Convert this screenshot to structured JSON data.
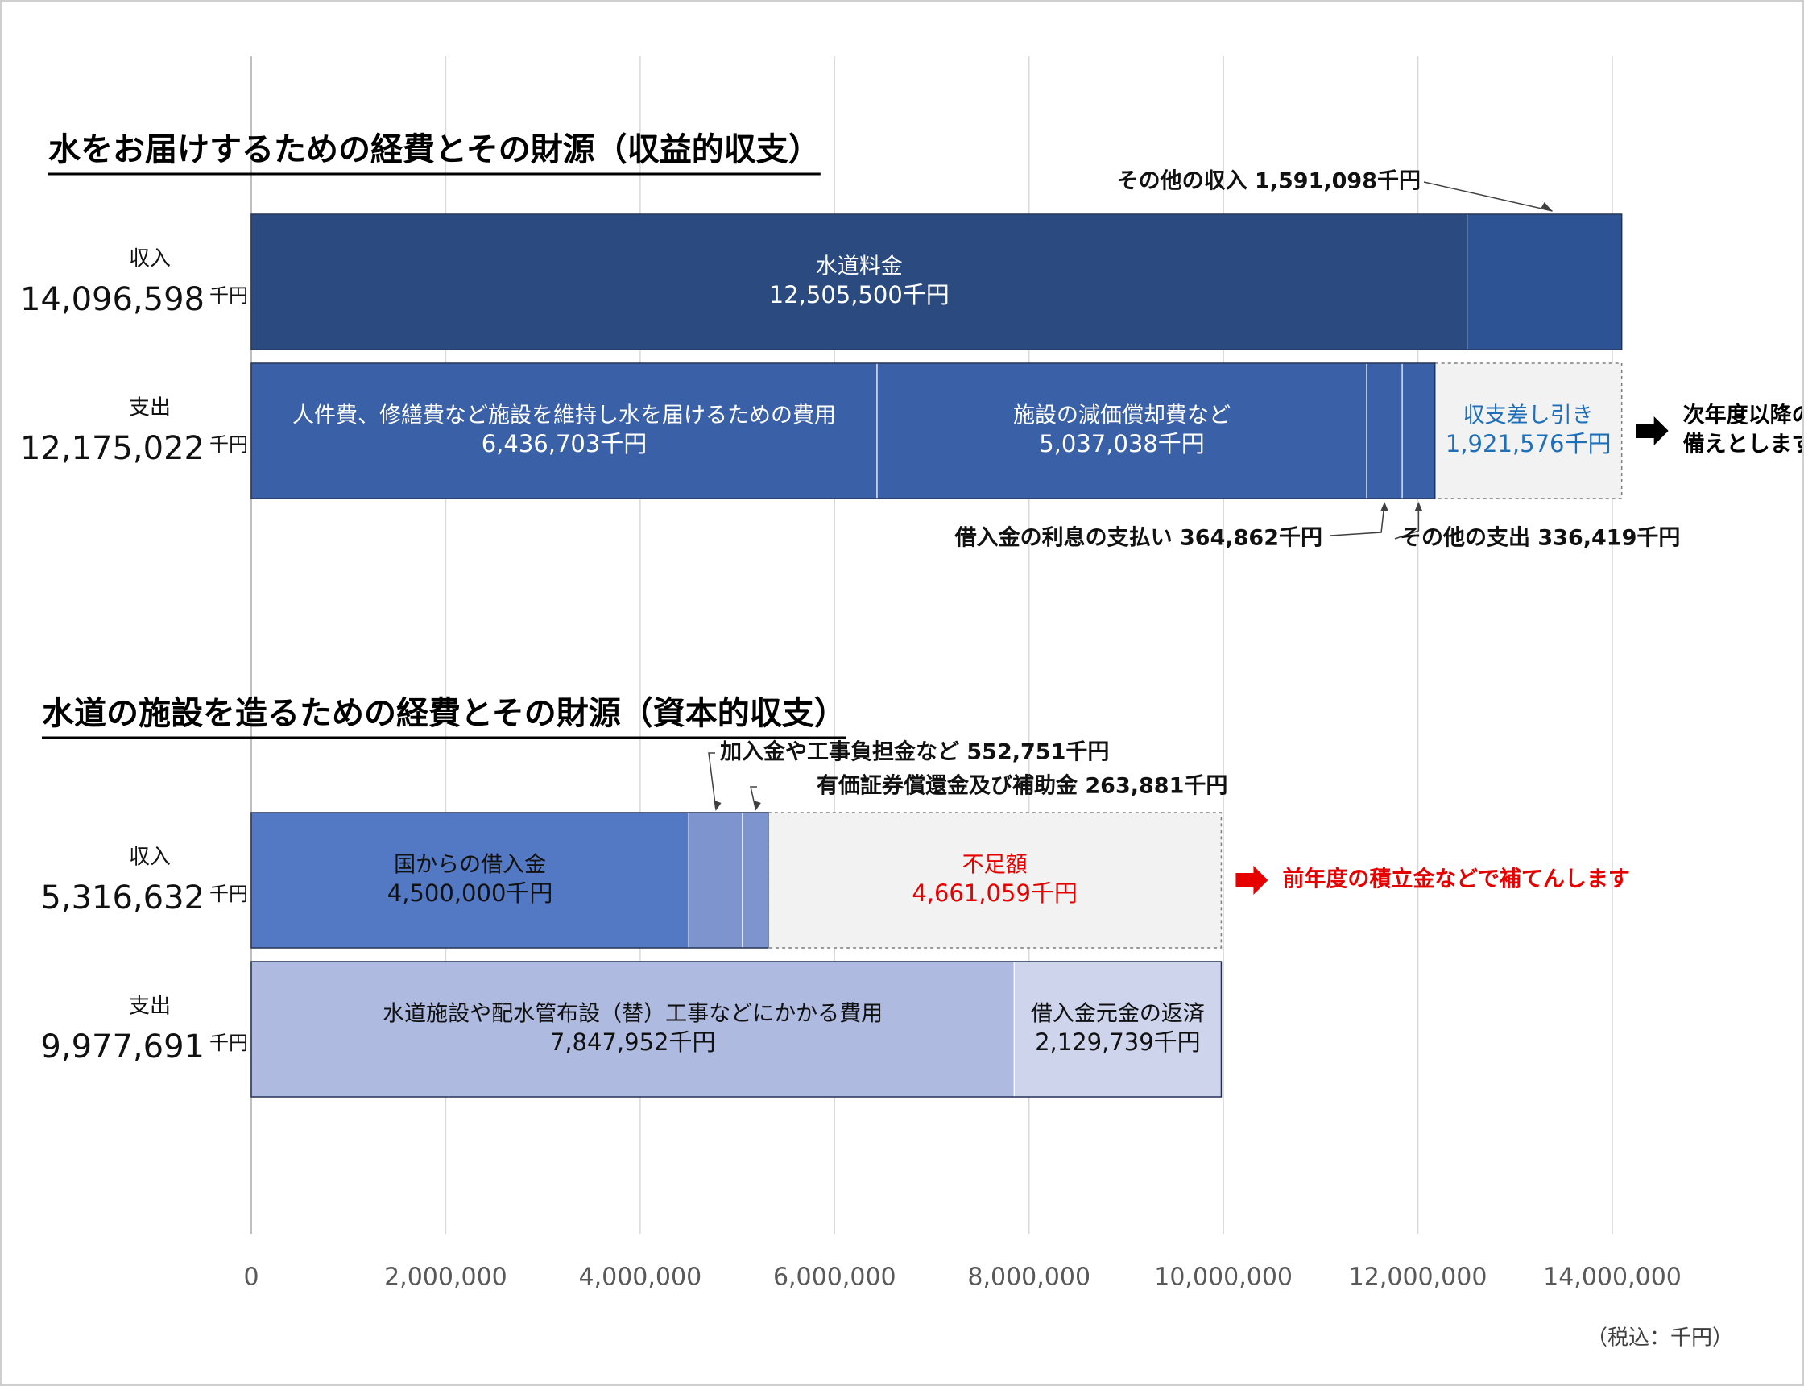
{
  "colors": {
    "dark_navy": "#2A4A80",
    "mid_navy": "#2E5394",
    "blue": "#3A60A8",
    "light_blue": "#5479C4",
    "periwinkle": "#7D94CE",
    "pale_blue": "#AEBAE0",
    "paler_blue": "#CDD4EC",
    "grey_fill": "#F2F2F2",
    "accent_blue_text": "#1E6FB8",
    "red_text": "#E60000",
    "grid": "#D9D9D9"
  },
  "chart_data": {
    "type": "bar",
    "orientation": "horizontal-stacked",
    "xlim": [
      0,
      14000000
    ],
    "x_ticks": [
      "0",
      "2,000,000",
      "4,000,000",
      "6,000,000",
      "8,000,000",
      "10,000,000",
      "12,000,000",
      "14,000,000"
    ],
    "x_tick_values": [
      0,
      2000000,
      4000000,
      6000000,
      8000000,
      10000000,
      12000000,
      14000000
    ],
    "unit_note": "（税込：千円）",
    "sections": [
      {
        "title": "水をお届けするための経費とその財源（収益的収支）",
        "rows": [
          {
            "label": "収入",
            "total_text": "14,096,598",
            "unit": "千円",
            "segments": [
              {
                "value": 12505500,
                "color": "#2A4A80",
                "inner_lines": [
                  "水道料金",
                  "12,505,500千円"
                ],
                "text_color": "#ffffff"
              },
              {
                "value": 1591098,
                "color": "#2E5394",
                "callout": "その他の収入  1,591,098千円"
              }
            ]
          },
          {
            "label": "支出",
            "total_text": "12,175,022",
            "unit": "千円",
            "segments": [
              {
                "value": 6436703,
                "color": "#3A60A8",
                "inner_lines": [
                  "人件費、修繕費など施設を維持し水を届けるための費用",
                  "6,436,703千円"
                ],
                "text_color": "#ffffff"
              },
              {
                "value": 5037038,
                "color": "#3A60A8",
                "inner_lines": [
                  "施設の減価償却費など",
                  "5,037,038千円"
                ],
                "text_color": "#ffffff"
              },
              {
                "value": 364862,
                "color": "#3A60A8",
                "callout": "借入金の利息の支払い  364,862千円"
              },
              {
                "value": 336419,
                "color": "#3A60A8",
                "callout": "その他の支出  336,419千円"
              },
              {
                "value": 1921576,
                "color": "#F2F2F2",
                "dashed": true,
                "inner_lines": [
                  "収支差し引き",
                  "1,921,576千円"
                ],
                "text_color": "#1E6FB8"
              }
            ],
            "arrow_note": [
              "次年度以降の",
              "備えとします"
            ],
            "arrow_color": "#000000",
            "note_color": "#000000"
          }
        ]
      },
      {
        "title": "水道の施設を造るための経費とその財源（資本的収支）",
        "rows": [
          {
            "label": "収入",
            "total_text": "5,316,632",
            "unit": "千円",
            "segments": [
              {
                "value": 4500000,
                "color": "#5479C4",
                "inner_lines": [
                  "国からの借入金",
                  "4,500,000千円"
                ],
                "text_color": "#111111"
              },
              {
                "value": 552751,
                "color": "#7D94CE",
                "callout": "加入金や工事負担金など 552,751千円"
              },
              {
                "value": 263881,
                "color": "#7D94CE",
                "callout": "有価証券償還金及び補助金 263,881千円"
              },
              {
                "value": 4661059,
                "color": "#F2F2F2",
                "dashed": true,
                "inner_lines": [
                  "不足額",
                  "4,661,059千円"
                ],
                "text_color": "#E60000"
              }
            ],
            "arrow_note": [
              "前年度の積立金などで補てんします"
            ],
            "arrow_color": "#E60000",
            "note_color": "#E60000"
          },
          {
            "label": "支出",
            "total_text": "9,977,691",
            "unit": "千円",
            "segments": [
              {
                "value": 7847952,
                "color": "#AEBAE0",
                "inner_lines": [
                  "水道施設や配水管布設（替）工事などにかかる費用",
                  "7,847,952千円"
                ],
                "text_color": "#111111"
              },
              {
                "value": 2129739,
                "color": "#CDD4EC",
                "inner_lines": [
                  "借入金元金の返済",
                  "2,129,739千円"
                ],
                "text_color": "#111111"
              }
            ]
          }
        ]
      }
    ]
  }
}
